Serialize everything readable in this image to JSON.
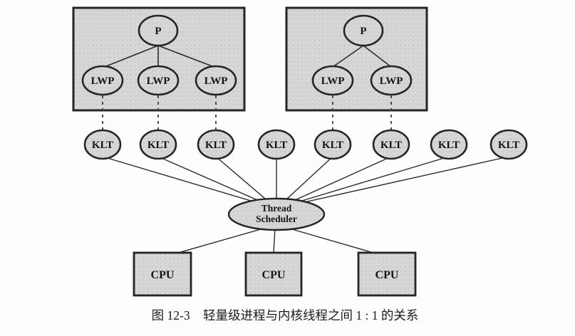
{
  "figure": {
    "caption": {
      "figure_number": "图 12-3",
      "title": "轻量级进程与内核线程之间 1 : 1 的关系"
    },
    "labels": {
      "process": "P",
      "lwp": "LWP",
      "klt": "KLT",
      "scheduler_line1": "Thread",
      "scheduler_line2": "Scheduler",
      "cpu": "CPU"
    },
    "structure": {
      "process_count": 2,
      "lwps_in_process1": 3,
      "lwps_in_process2": 2,
      "klt_count": 8,
      "cpu_count": 3,
      "lwp_to_klt_mapping": "1:1"
    },
    "colors": {
      "shape_fill": "#d8d8d8",
      "stroke": "#252525",
      "background": "#fdfdfb"
    }
  }
}
